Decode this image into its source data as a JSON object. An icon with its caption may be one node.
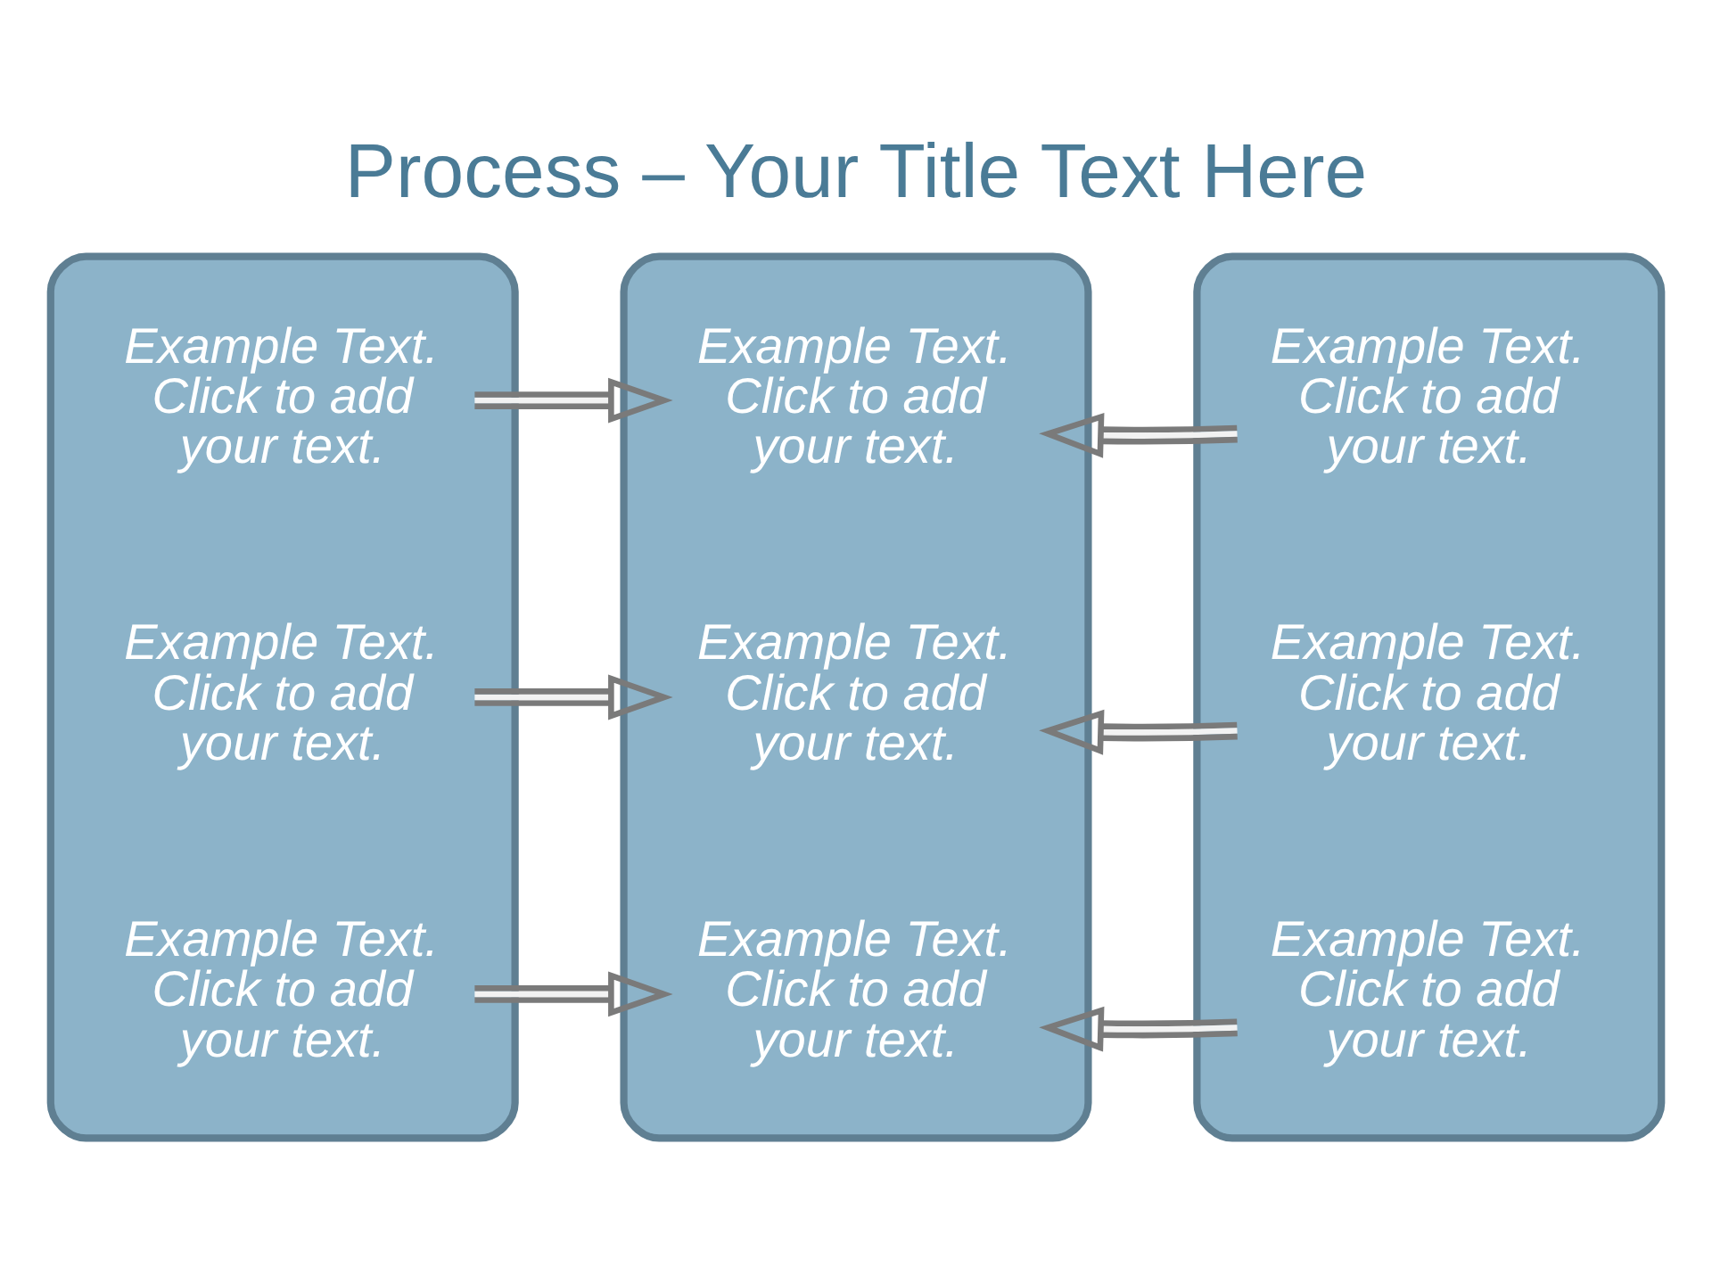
{
  "diagram": {
    "title": "Process – Your Title Text Here",
    "nodes": [
      {
        "text": [],
        "shape": "box"
      },
      {
        "text": [
          "Example Text. Click to add your text."
        ],
        "in": 0
      },
      {
        "text": [
          "Example Text. Click to add your text."
        ],
        "in": 0
      },
      {
        "text": [
          "Example Text. Click to add your text."
        ],
        "in": 0
      },
      {
        "text": [],
        "shape": "box"
      },
      {
        "text": [
          "Example Text. Click to add your text."
        ],
        "in": 4
      },
      {
        "text": [
          "Example Text. Click to add your text."
        ],
        "in": 4
      },
      {
        "text": [
          "Example Text. Click to add your text."
        ],
        "in": 4
      },
      {
        "text": [],
        "shape": "box"
      },
      {
        "text": [
          "Example Text. Click to add your text."
        ],
        "in": 8
      },
      {
        "text": [
          "Example Text. Click to add your text."
        ],
        "in": 8
      },
      {
        "text": [
          "Example Text. Click to add your text."
        ],
        "in": 8
      }
    ],
    "edges": [
      {
        "from": 1,
        "to": 5,
        "arrow": "to"
      },
      {
        "from": 2,
        "to": 6,
        "arrow": "to"
      },
      {
        "from": 3,
        "to": 7,
        "arrow": "to"
      },
      {
        "from": 9,
        "to": 5,
        "arrow": "to"
      },
      {
        "from": 10,
        "to": 6,
        "arrow": "to"
      },
      {
        "from": 11,
        "to": 7,
        "arrow": "to"
      }
    ]
  }
}
